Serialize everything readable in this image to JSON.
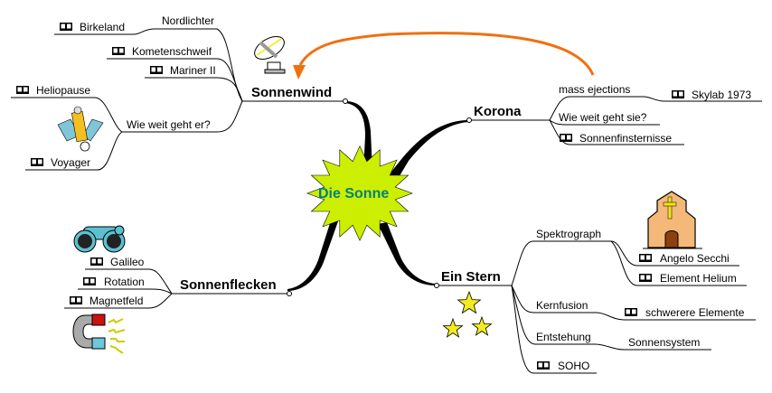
{
  "center": {
    "label": "Die Sonne",
    "fill": "#ccee00",
    "text_color": "#008080"
  },
  "arrow_color": "#f07010",
  "branches": {
    "sonnenwind": {
      "label": "Sonnenwind",
      "children": {
        "nordlichter": {
          "label": "Nordlichter",
          "child": {
            "label": "Birkeland",
            "ref": true
          }
        },
        "kometenschweif": {
          "label": "Kometenschweif",
          "ref": true
        },
        "mariner": {
          "label": "Mariner II",
          "ref": true
        },
        "wie_weit": {
          "label": "Wie weit geht er?",
          "children": [
            {
              "label": "Heliopause",
              "ref": true
            },
            {
              "label": "Voyager",
              "ref": true
            }
          ]
        }
      },
      "images": [
        "satellite-dish",
        "voyager-probe"
      ]
    },
    "korona": {
      "label": "Korona",
      "children": {
        "mass": {
          "label": "mass ejections",
          "child": {
            "label": "Skylab 1973",
            "ref": true
          }
        },
        "wie_weit": {
          "label": "Wie weit geht sie?"
        },
        "finsternisse": {
          "label": "Sonnenfinsternisse",
          "ref": true
        }
      }
    },
    "sonnenflecken": {
      "label": "Sonnenflecken",
      "children": [
        {
          "label": "Galileo",
          "ref": true
        },
        {
          "label": "Rotation",
          "ref": true
        },
        {
          "label": "Magnetfeld",
          "ref": true
        }
      ],
      "images": [
        "binoculars",
        "magnet"
      ]
    },
    "stern": {
      "label": "Ein Stern",
      "children": {
        "spektrograph": {
          "label": "Spektrograph",
          "children": [
            {
              "label": "Angelo Secchi",
              "ref": true
            },
            {
              "label": "Element Helium",
              "ref": true
            }
          ]
        },
        "kernfusion": {
          "label": "Kernfusion",
          "child": {
            "label": "schwerere Elemente",
            "ref": true
          }
        },
        "entstehung": {
          "label": "Entstehung",
          "child": {
            "label": "Sonnensystem"
          }
        },
        "soho": {
          "label": "SOHO",
          "ref": true
        }
      },
      "images": [
        "church",
        "stars"
      ]
    }
  }
}
